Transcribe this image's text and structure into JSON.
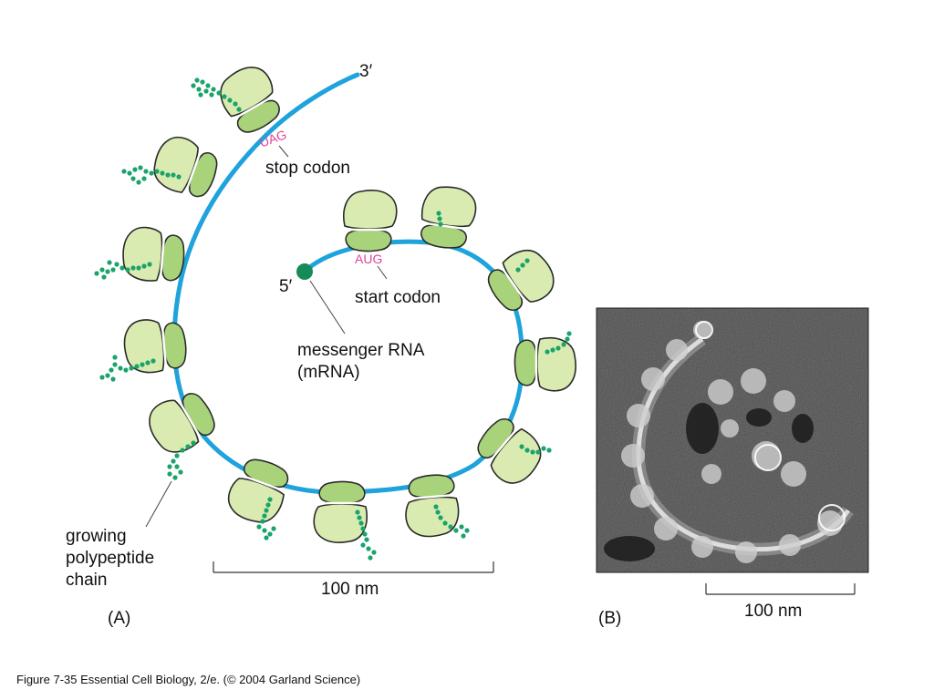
{
  "panel_a": {
    "label": "(A)",
    "end_3": "3′",
    "end_5": "5′",
    "stop_codon_seq": "UAG",
    "stop_codon_label": "stop codon",
    "start_codon_seq": "AUG",
    "start_codon_label": "start codon",
    "mrna_label_line1": "messenger RNA",
    "mrna_label_line2": "(mRNA)",
    "chain_label_line1": "growing",
    "chain_label_line2": "polypeptide",
    "chain_label_line3": "chain",
    "scale_label": "100 nm"
  },
  "panel_b": {
    "label": "(B)",
    "scale_label": "100 nm"
  },
  "caption": "Figure 7-35  Essential Cell Biology, 2/e. (© 2004 Garland Science)",
  "colors": {
    "mrna": "#1fa3dc",
    "ribosome_large": "#d9ebb0",
    "ribosome_small": "#a9d37b",
    "peptide": "#1aa36b",
    "codon_text": "#e0429a"
  }
}
